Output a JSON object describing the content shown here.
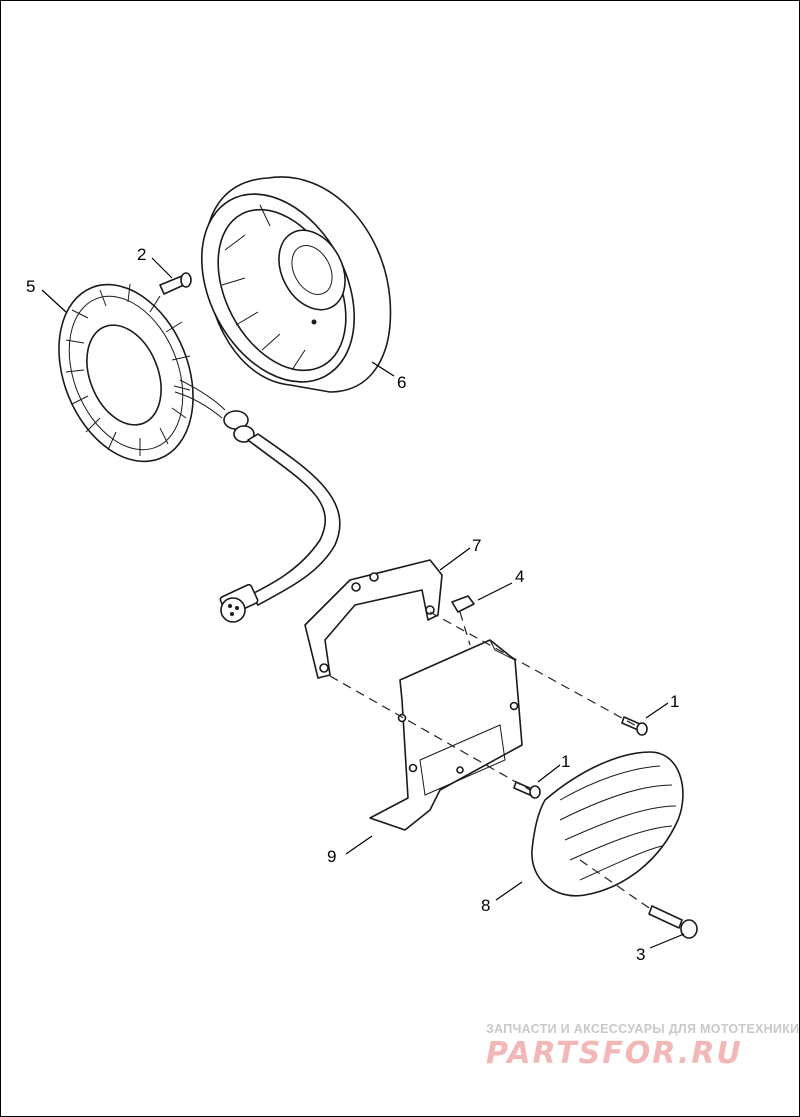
{
  "callouts": {
    "c1a": "1",
    "c1b": "1",
    "c2": "2",
    "c3": "3",
    "c4": "4",
    "c5": "5",
    "c6": "6",
    "c7": "7",
    "c8": "8",
    "c9": "9"
  },
  "watermark": {
    "tagline": "ЗАПЧАСТИ И АКСЕССУАРЫ ДЛЯ МОТОТЕХНИКИ",
    "logo": "PARTSFOR.RU"
  },
  "colors": {
    "line": "#1a1a1a",
    "watermark_text": "#c9c9c9",
    "watermark_logo": "#f2b7b7"
  }
}
